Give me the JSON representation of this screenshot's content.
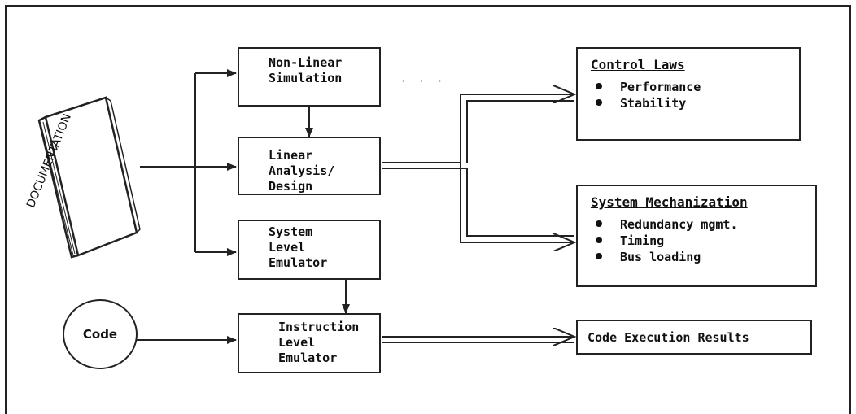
{
  "diagram": {
    "inputs": {
      "documentation": "DOCUMENTATION",
      "code": "Code"
    },
    "processes": {
      "nonlinear": [
        "Non-Linear",
        "Simulation"
      ],
      "linear": [
        "Linear",
        "Analysis/",
        "Design"
      ],
      "system_emulator": [
        "System",
        "Level",
        "Emulator"
      ],
      "instruction_emulator": [
        "Instruction",
        "Level",
        "Emulator"
      ]
    },
    "outputs": {
      "control_laws": {
        "title": "Control Laws",
        "items": [
          "Performance",
          "Stability"
        ]
      },
      "system_mechanization": {
        "title": "System Mechanization",
        "items": [
          "Redundancy mgmt.",
          "Timing",
          "Bus loading"
        ]
      },
      "code_results": "Code Execution Results"
    }
  }
}
